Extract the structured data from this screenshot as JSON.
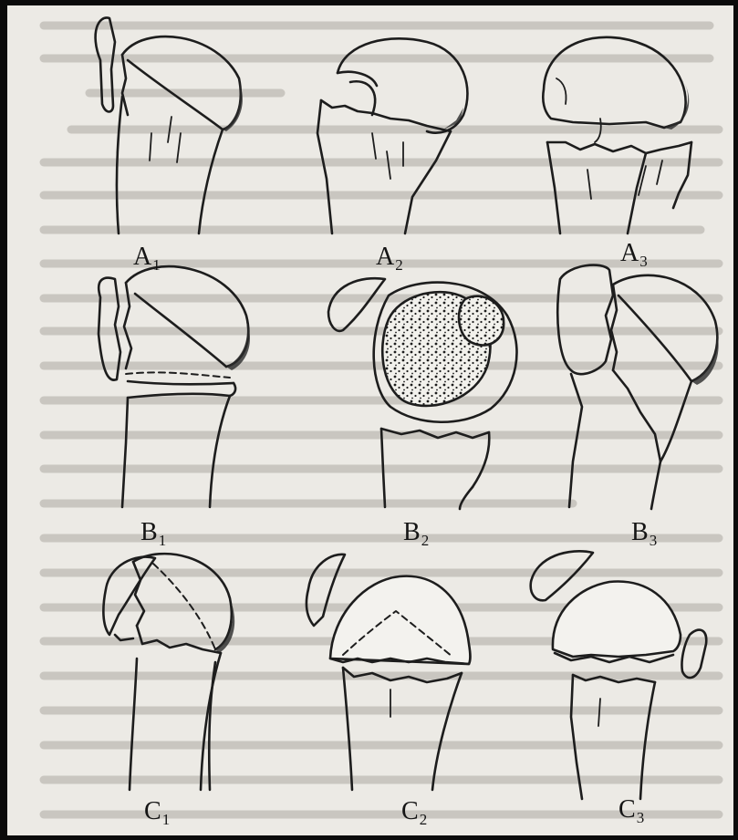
{
  "panels": [
    {
      "id": "A1",
      "letter": "A",
      "sub": "1"
    },
    {
      "id": "A2",
      "letter": "A",
      "sub": "2"
    },
    {
      "id": "A3",
      "letter": "A",
      "sub": "3"
    },
    {
      "id": "B1",
      "letter": "B",
      "sub": "1"
    },
    {
      "id": "B2",
      "letter": "B",
      "sub": "2"
    },
    {
      "id": "B3",
      "letter": "B",
      "sub": "3"
    },
    {
      "id": "C1",
      "letter": "C",
      "sub": "1"
    },
    {
      "id": "C2",
      "letter": "C",
      "sub": "2"
    },
    {
      "id": "C3",
      "letter": "C",
      "sub": "3"
    }
  ],
  "colors": {
    "ink": "#1d1d1d",
    "paper": "#eceae5",
    "border": "#0b0b0b"
  }
}
